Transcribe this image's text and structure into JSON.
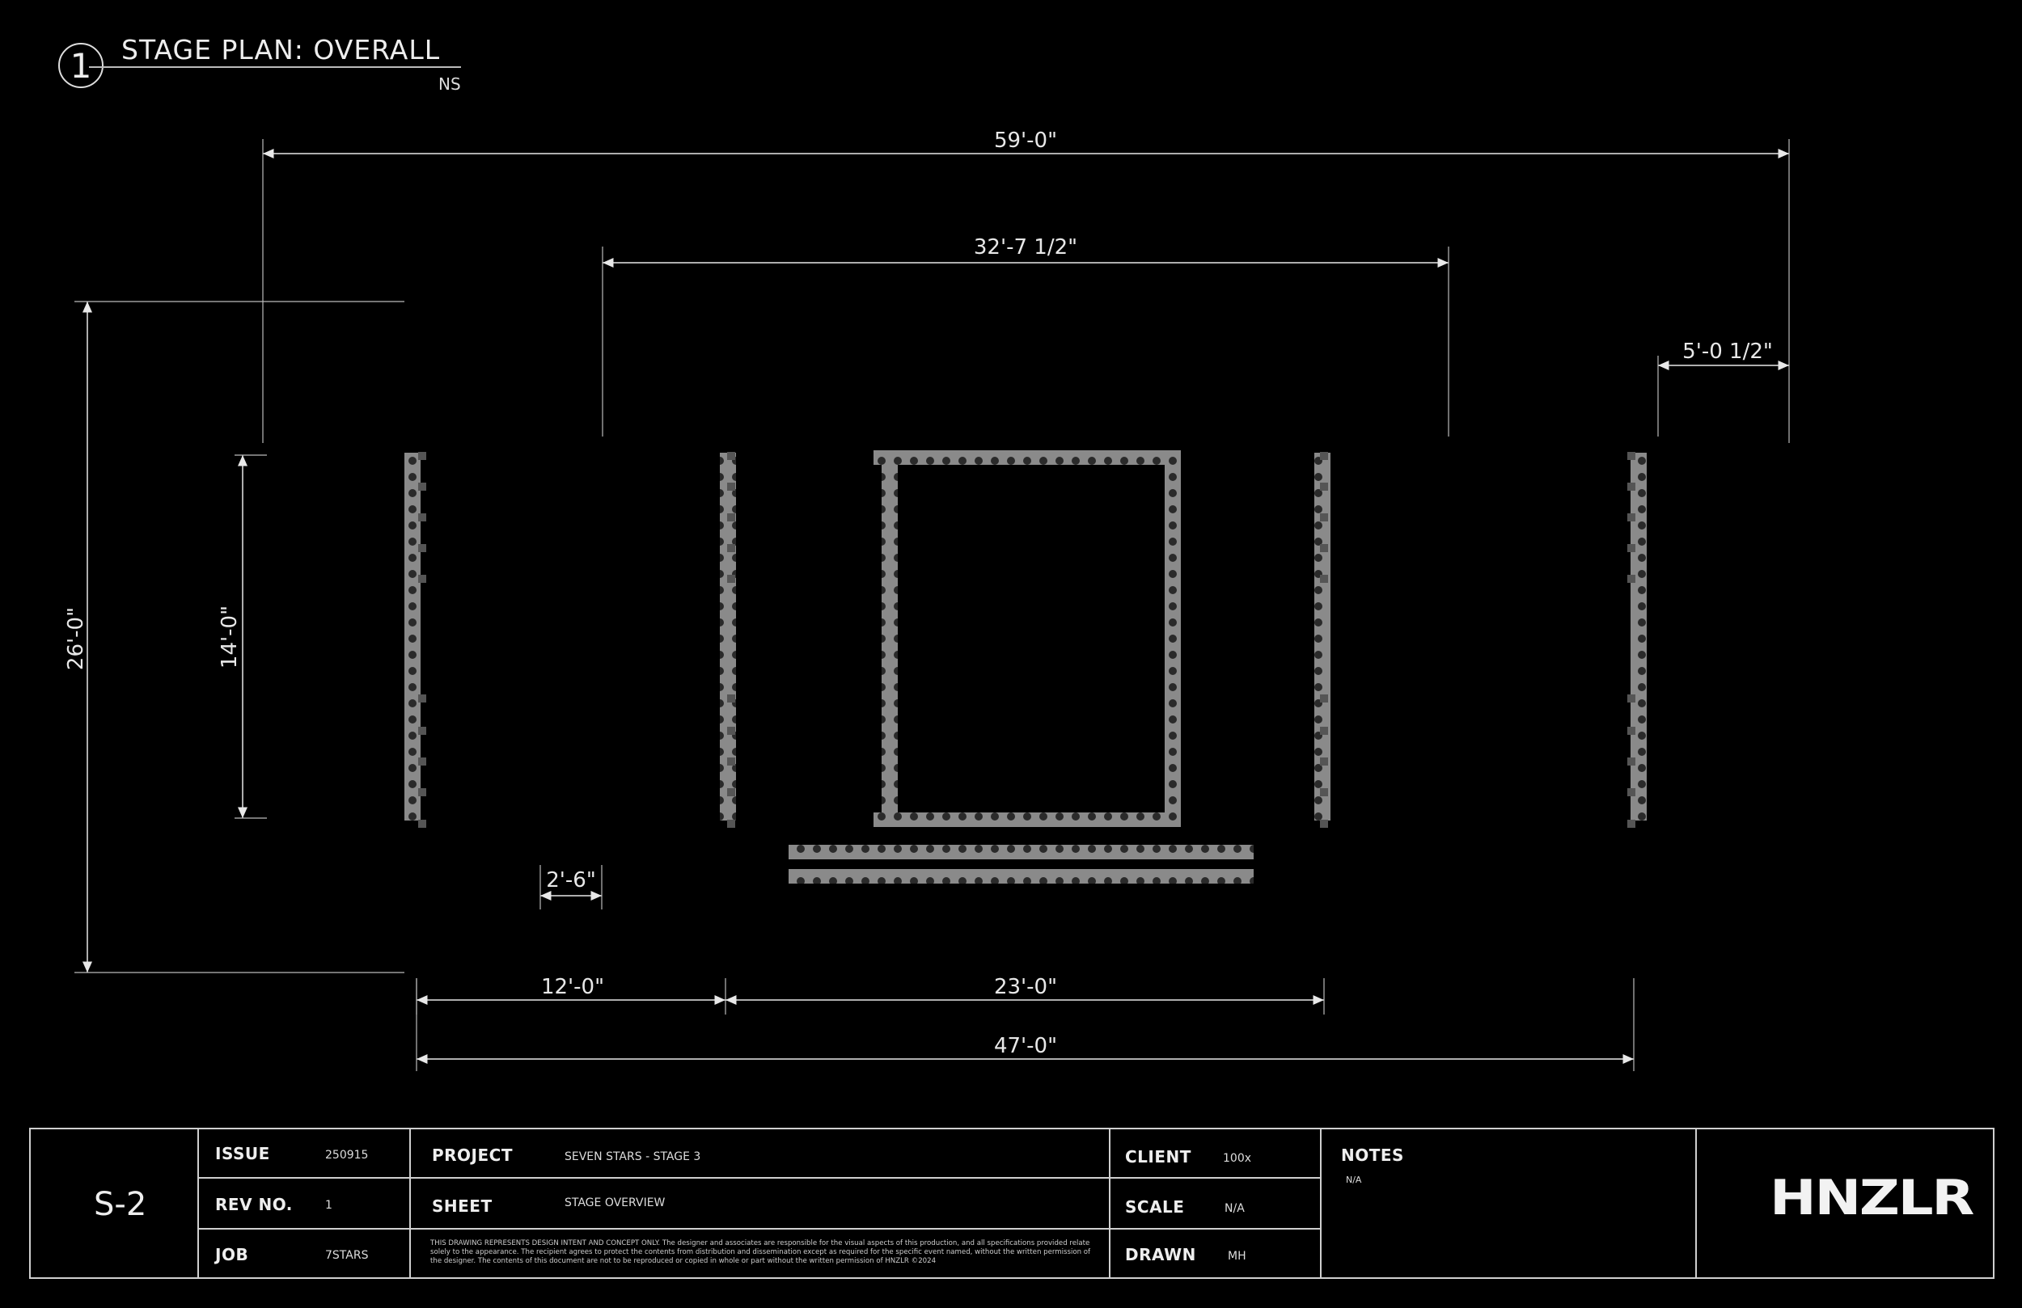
{
  "drawing": {
    "number": "1",
    "title": "STAGE PLAN: OVERALL",
    "scale": "NS"
  },
  "dimensions": {
    "overall_width": "59'-0\"",
    "center_span": "32'-7 1/2\"",
    "right_overhang": "5'-0 1/2\"",
    "overall_depth": "26'-0\"",
    "deck_depth": "14'-0\"",
    "slat_spacing": "2'-6\"",
    "left_module": "12'-0\"",
    "center_module": "23'-0\"",
    "post_to_post": "47'-0\""
  },
  "titleblock": {
    "sheet_number": "S-2",
    "issue_label": "ISSUE",
    "issue_value": "250915",
    "rev_label": "REV NO.",
    "rev_value": "1",
    "job_label": "JOB",
    "job_value": "7STARS",
    "project_label": "PROJECT",
    "project_value": "SEVEN STARS - STAGE 3",
    "sheet_label": "SHEET",
    "sheet_value": "STAGE OVERVIEW",
    "disclaimer": "THIS DRAWING REPRESENTS DESIGN INTENT AND CONCEPT ONLY. The designer and associates are responsible for the visual aspects of this production, and all specifications provided relate solely to the appearance. The recipient agrees to protect the contents from distribution and dissemination except as required for the specific event named, without the written permission of the designer. The contents of this document are not to be reproduced or copied in whole or part without the written permission of HNZLR ©2024",
    "client_label": "CLIENT",
    "client_value": "100x",
    "scale_label": "SCALE",
    "scale_value": "N/A",
    "drawn_label": "DRAWN",
    "drawn_value": "MH",
    "notes_label": "NOTES",
    "notes_value": "N/A",
    "logo": "HNZLR"
  },
  "colors": {
    "background": "#000000",
    "wood": "#a8845f",
    "truss": "#8e8e8e",
    "line": "#e8e8e8"
  }
}
